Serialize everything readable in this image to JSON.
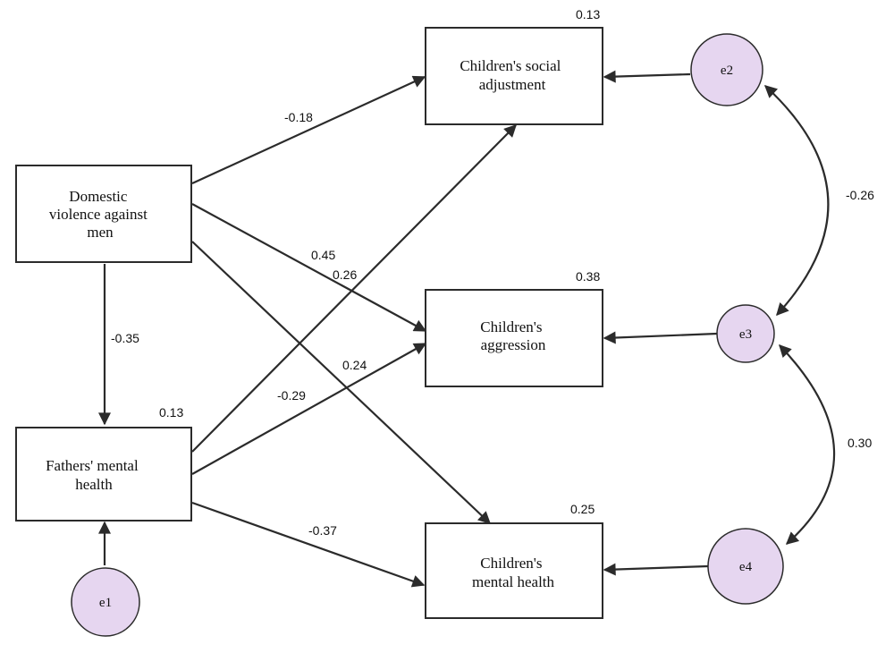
{
  "nodes": {
    "domestic": {
      "lines": [
        "Domestic",
        "violence against",
        "men"
      ],
      "r2": ""
    },
    "fathers": {
      "lines": [
        "Fathers' mental",
        "health"
      ],
      "r2": "0.13"
    },
    "social": {
      "lines": [
        "Children's social",
        "adjustment"
      ],
      "r2": "0.13"
    },
    "aggression": {
      "lines": [
        "Children's",
        "aggression"
      ],
      "r2": "0.38"
    },
    "mental": {
      "lines": [
        "Children's",
        "mental health"
      ],
      "r2": "0.25"
    }
  },
  "errors": {
    "e1": "e1",
    "e2": "e2",
    "e3": "e3",
    "e4": "e4"
  },
  "paths": {
    "dom_fat": "-0.35",
    "dom_soc": "-0.18",
    "dom_agg": "0.45",
    "dom_men": "0.24",
    "fat_soc": "0.26",
    "fat_agg": "-0.29",
    "fat_men": "-0.37"
  },
  "covariances": {
    "e2_e3": "-0.26",
    "e3_e4": "0.30"
  },
  "colors": {
    "error_fill": "#e6d6f0",
    "stroke": "#2b2b2b"
  }
}
